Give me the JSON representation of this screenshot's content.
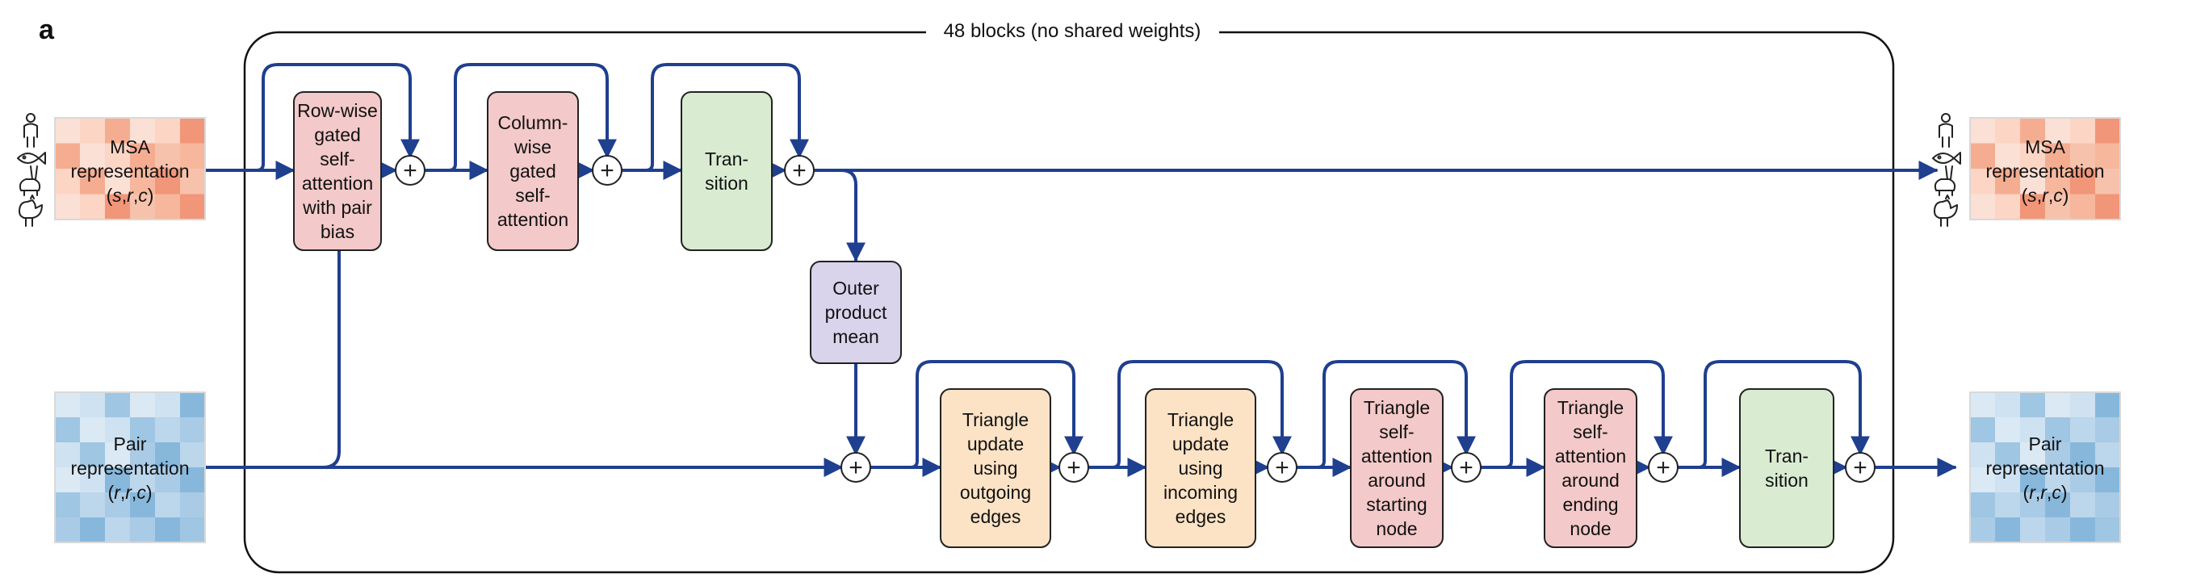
{
  "panel_letter": "a",
  "block_title": "48 blocks (no shared weights)",
  "colors": {
    "arrow": "#1f3f8f",
    "frame": "#111111",
    "attention_fill": "#f3c9c9",
    "transition_fill": "#d9ecd2",
    "outer_fill": "#d9d3ec",
    "triangle_update_fill": "#fde3c6",
    "msa_palette": [
      "#fbe0d5",
      "#f7c2ab",
      "#f5ad92",
      "#f19679",
      "#fcd5c4",
      "#f6b79d"
    ],
    "pair_palette": [
      "#dbe9f4",
      "#bcd6ec",
      "#9fc6e3",
      "#87b8dc",
      "#cfe2f1",
      "#aacbe6"
    ]
  },
  "msa_input": {
    "lines": [
      "MSA",
      "representation",
      "(s,r,c)"
    ]
  },
  "pair_input": {
    "lines": [
      "Pair",
      "representation",
      "(r,r,c)"
    ]
  },
  "msa_output": {
    "lines": [
      "MSA",
      "representation",
      "(s,r,c)"
    ]
  },
  "pair_output": {
    "lines": [
      "Pair",
      "representation",
      "(r,r,c)"
    ]
  },
  "msa_icons": [
    "person-icon",
    "fish-icon",
    "rabbit-icon",
    "rooster-icon"
  ],
  "plus_symbol": "+",
  "blocks": {
    "row_attention": {
      "lines": [
        "Row-wise",
        "gated",
        "self-",
        "attention",
        "with pair",
        "bias"
      ]
    },
    "col_attention": {
      "lines": [
        "Column-",
        "wise",
        "gated",
        "self-",
        "attention"
      ]
    },
    "msa_transition": {
      "lines": [
        "Tran-",
        "sition"
      ]
    },
    "outer_product": {
      "lines": [
        "Outer",
        "product",
        "mean"
      ]
    },
    "tri_out": {
      "lines": [
        "Triangle",
        "update",
        "using",
        "outgoing",
        "edges"
      ]
    },
    "tri_in": {
      "lines": [
        "Triangle",
        "update",
        "using",
        "incoming",
        "edges"
      ]
    },
    "tri_att_start": {
      "lines": [
        "Triangle",
        "self-",
        "attention",
        "around",
        "starting",
        "node"
      ]
    },
    "tri_att_end": {
      "lines": [
        "Triangle",
        "self-",
        "attention",
        "around",
        "ending",
        "node"
      ]
    },
    "pair_transition": {
      "lines": [
        "Tran-",
        "sition"
      ]
    }
  }
}
